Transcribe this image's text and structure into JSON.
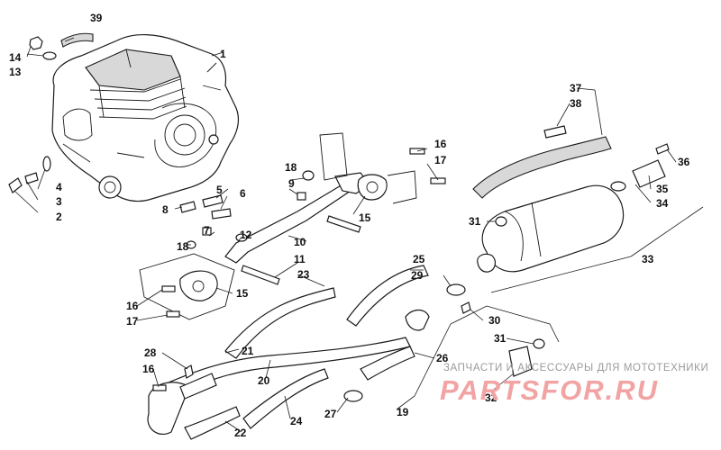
{
  "diagram": {
    "callouts": [
      "1",
      "2",
      "3",
      "4",
      "5",
      "6",
      "7",
      "8",
      "9",
      "10",
      "11",
      "12",
      "13",
      "14",
      "15",
      "16",
      "17",
      "18",
      "19",
      "20",
      "21",
      "22",
      "23",
      "24",
      "25",
      "26",
      "27",
      "28",
      "29",
      "30",
      "31",
      "32",
      "33",
      "34",
      "35",
      "36",
      "37",
      "38",
      "39"
    ],
    "repeat_callouts": {
      "15b": "15",
      "16b": "16",
      "16c": "16",
      "17b": "17",
      "18b": "18",
      "31b": "31"
    }
  },
  "watermark": {
    "text": "ЗАПЧАСТИ И АКСЕССУАРЫ ДЛЯ МОТОТЕХНИКИ",
    "logo": "PARTSFOR.RU"
  },
  "colors": {
    "line": "#1a1a1a",
    "watermark_text": "#9a9a9a",
    "watermark_logo": "#f2a3a3"
  }
}
